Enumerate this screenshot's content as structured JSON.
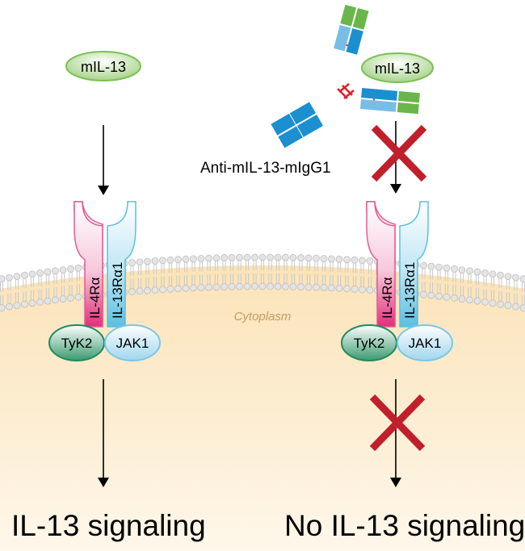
{
  "ligand_left": "mIL-13",
  "ligand_right": "mIL-13",
  "antibody_label": "Anti-mIL-13-mIgG1",
  "receptor_alpha": "IL-4Rα",
  "receptor_13": "IL-13Rα1",
  "kinase_tyk2": "TyK2",
  "kinase_jak1": "JAK1",
  "compartment": "Cytoplasm",
  "outcome_left": "IL-13 signaling",
  "outcome_right": "No IL-13 signaling",
  "colors": {
    "il4ra": "#e0307a",
    "il13ra1": "#5bbfe0",
    "tyk2": "#1f8a5e",
    "ligand": "#8cc86a",
    "antibody_heavy": "#1b8fd0",
    "antibody_light": "#78bde6",
    "antibody_variable": "#6ab64a",
    "block_x": "#c0202b",
    "cytoplasm": "#fbe6c2"
  }
}
